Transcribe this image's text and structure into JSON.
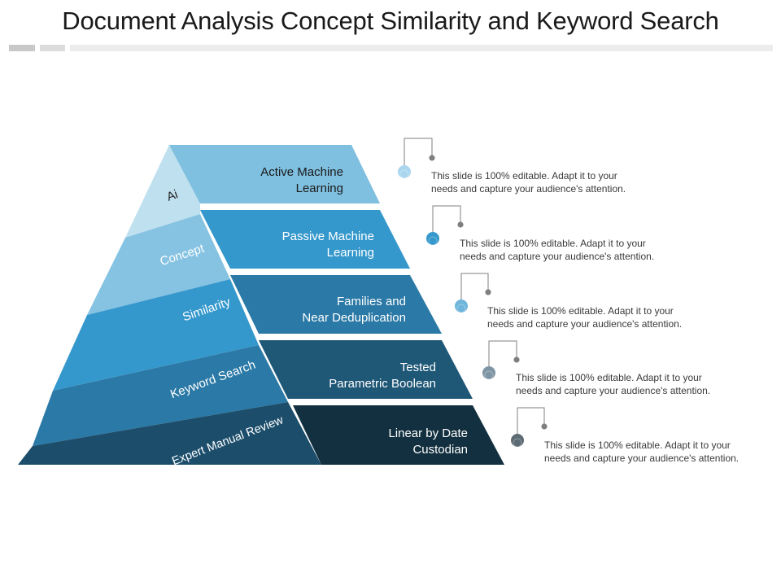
{
  "title": "Document Analysis Concept Similarity and Keyword Search",
  "colors": {
    "bar_gray": "#c8c8c8",
    "bar_light": "#e8e8e8",
    "connector": "#7f7f7f",
    "text_dark": "#1a1a1a",
    "text_light": "#ffffff",
    "note_text": "#3a3a3a"
  },
  "pyramid_left": [
    {
      "label": "Ai",
      "color": "#bfe0ef",
      "text_color": "#222222"
    },
    {
      "label": "Concept",
      "color": "#86c3e2",
      "text_color": "#ffffff"
    },
    {
      "label": "Similarity",
      "color": "#3598cc",
      "text_color": "#ffffff"
    },
    {
      "label": "Keyword Search",
      "color": "#2b79a6",
      "text_color": "#ffffff"
    },
    {
      "label": "Expert Manual Review",
      "color": "#1c4e6c",
      "text_color": "#ffffff"
    }
  ],
  "pyramid_right": [
    {
      "line1": "Active Machine",
      "line2": "Learning",
      "color": "#7fbfdf",
      "text_color": "#1a1a1a",
      "dot_color": "#a9d6ee"
    },
    {
      "line1": "Passive Machine",
      "line2": "Learning",
      "color": "#3598cc",
      "text_color": "#ffffff",
      "dot_color": "#3598cc"
    },
    {
      "line1": "Families and",
      "line2": "Near Deduplication",
      "color": "#2b79a6",
      "text_color": "#ffffff",
      "dot_color": "#6fb6dc"
    },
    {
      "line1": "Tested",
      "line2": "Parametric Boolean",
      "color": "#1f5777",
      "text_color": "#ffffff",
      "dot_color": "#7f95a5"
    },
    {
      "line1": "Linear by Date",
      "line2": "Custodian",
      "color": "#12303f",
      "text_color": "#ffffff",
      "dot_color": "#5d6b75"
    }
  ],
  "notes": [
    {
      "line1": "This slide is 100% editable. Adapt it to your",
      "line2": "needs and capture your audience's attention."
    },
    {
      "line1": "This slide is 100% editable. Adapt it to your",
      "line2": "needs and capture your audience's attention."
    },
    {
      "line1": "This slide is 100% editable. Adapt it to your",
      "line2": "needs and capture your audience's attention."
    },
    {
      "line1": "This slide is 100% editable. Adapt it to your",
      "line2": "needs and capture your audience's attention."
    },
    {
      "line1": "This slide is 100% editable. Adapt it to your",
      "line2": "needs and capture your audience's attention."
    }
  ]
}
